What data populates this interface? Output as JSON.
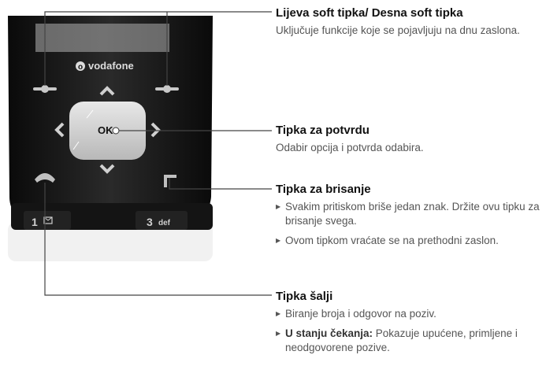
{
  "phone": {
    "brand": "vodafone",
    "ok_label": "OK",
    "key1_label": "1",
    "key3_label": "3",
    "key3_letters": "def"
  },
  "callouts": {
    "soft_keys": {
      "title": "Lijeva soft tipka/ Desna soft tipka",
      "desc": "Uključuje funkcije koje se pojavljuju na dnu zaslona."
    },
    "confirm": {
      "title": "Tipka za potvrdu",
      "desc": "Odabir opcija i potvrda odabira."
    },
    "clear": {
      "title": "Tipka za brisanje",
      "bullets": [
        "Svakim pritiskom briše jedan znak. Držite ovu tipku za brisanje svega.",
        "Ovom tipkom vraćate se na prethodni zaslon."
      ]
    },
    "send": {
      "title": "Tipka šalji",
      "bullet1": "Biranje broja i odgovor na poziv.",
      "bullet2_bold": "U stanju čekanja:",
      "bullet2_rest": " Pokazuje upućene, primljene i neodgovorene pozive."
    }
  }
}
